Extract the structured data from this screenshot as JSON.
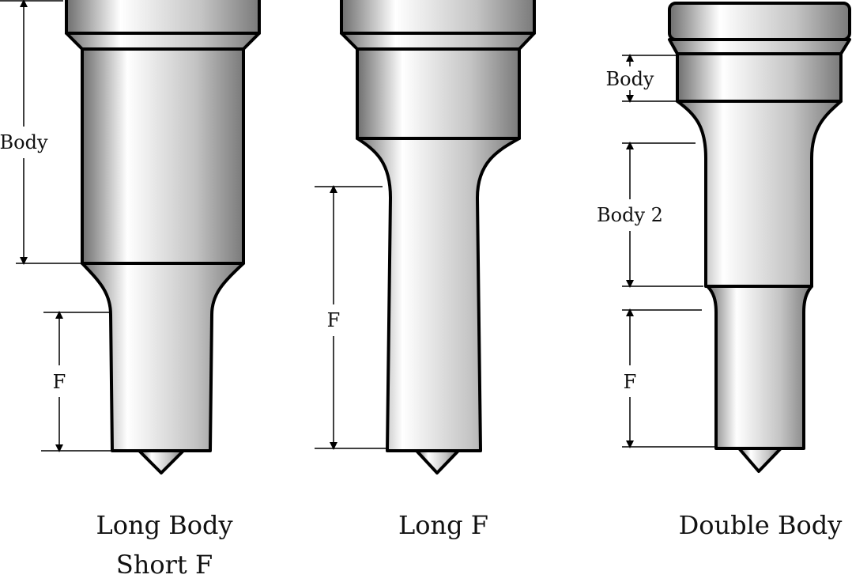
{
  "colors": {
    "outline": "#000000",
    "metal_dark": "#6e6e6e",
    "metal_light": "#ffffff",
    "background": "#ffffff"
  },
  "punches": [
    {
      "caption_lines": [
        "Long Body",
        "Short F"
      ],
      "dimensions": {
        "body": "Body",
        "f": "F"
      }
    },
    {
      "caption_lines": [
        "Long F"
      ],
      "dimensions": {
        "f": "F"
      }
    },
    {
      "caption_lines": [
        "Double Body"
      ],
      "dimensions": {
        "body": "Body",
        "body2": "Body 2",
        "f": "F"
      }
    }
  ]
}
